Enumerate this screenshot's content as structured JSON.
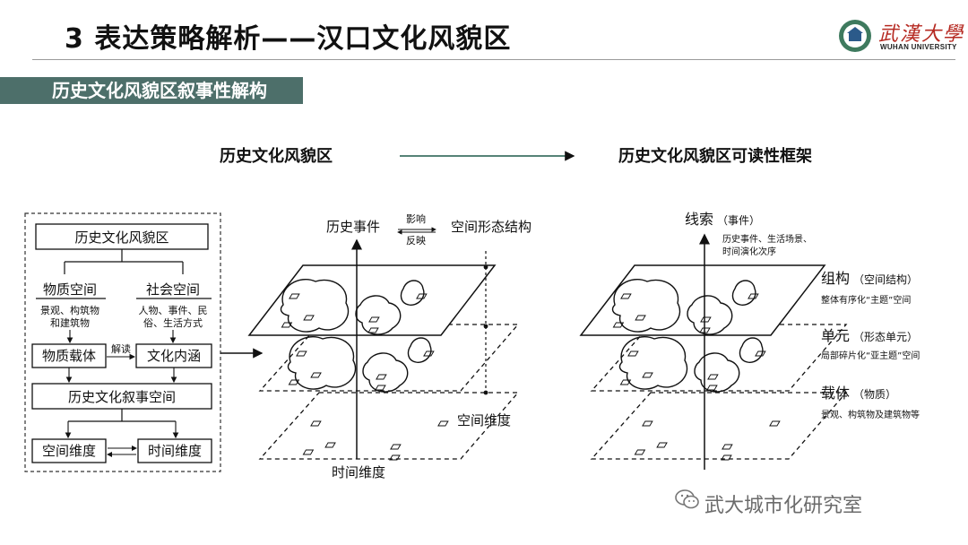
{
  "slide": {
    "title": "3 表达策略解析——汉口文化风貌区",
    "section": "历史文化风貌区叙事性解构"
  },
  "logo": {
    "cn": "武漢大學",
    "en": "WUHAN UNIVERSITY"
  },
  "headers": {
    "left": "历史文化风貌区",
    "right": "历史文化风貌区可读性框架"
  },
  "flowchart": {
    "top": "历史文化风貌区",
    "material": "物质空间",
    "social": "社会空间",
    "material_desc_1": "景观、构筑物",
    "material_desc_2": "和建筑物",
    "social_desc_1": "人物、事件、民",
    "social_desc_2": "俗、生活方式",
    "carrier": "物质载体",
    "interpret": "解读",
    "connotation": "文化内涵",
    "narrative": "历史文化叙事空间",
    "space_dim": "空间维度",
    "time_dim": "时间维度"
  },
  "model": {
    "event": "历史事件",
    "influence": "影响",
    "reflect": "反映",
    "structure": "空间形态结构",
    "space_dim": "空间维度",
    "time_dim": "时间维度"
  },
  "framework": {
    "clue": "线索",
    "clue_note": "（事件）",
    "clue_desc_1": "历史事件、生活场景、",
    "clue_desc_2": "时间演化次序",
    "group": "组构",
    "group_note": "（空间结构）",
    "group_desc": "整体有序化“主题”空间",
    "unit": "单元",
    "unit_note": "（形态单元）",
    "unit_desc": "局部碎片化“亚主题”空间",
    "carrier": "载体",
    "carrier_note": "（物质）",
    "carrier_desc": "景观、构筑物及建筑物等"
  },
  "watermark": "武大城市化研究室",
  "colors": {
    "band": "#4d6f6a",
    "logo_red": "#b62a22",
    "line": "#1a1a1a"
  }
}
